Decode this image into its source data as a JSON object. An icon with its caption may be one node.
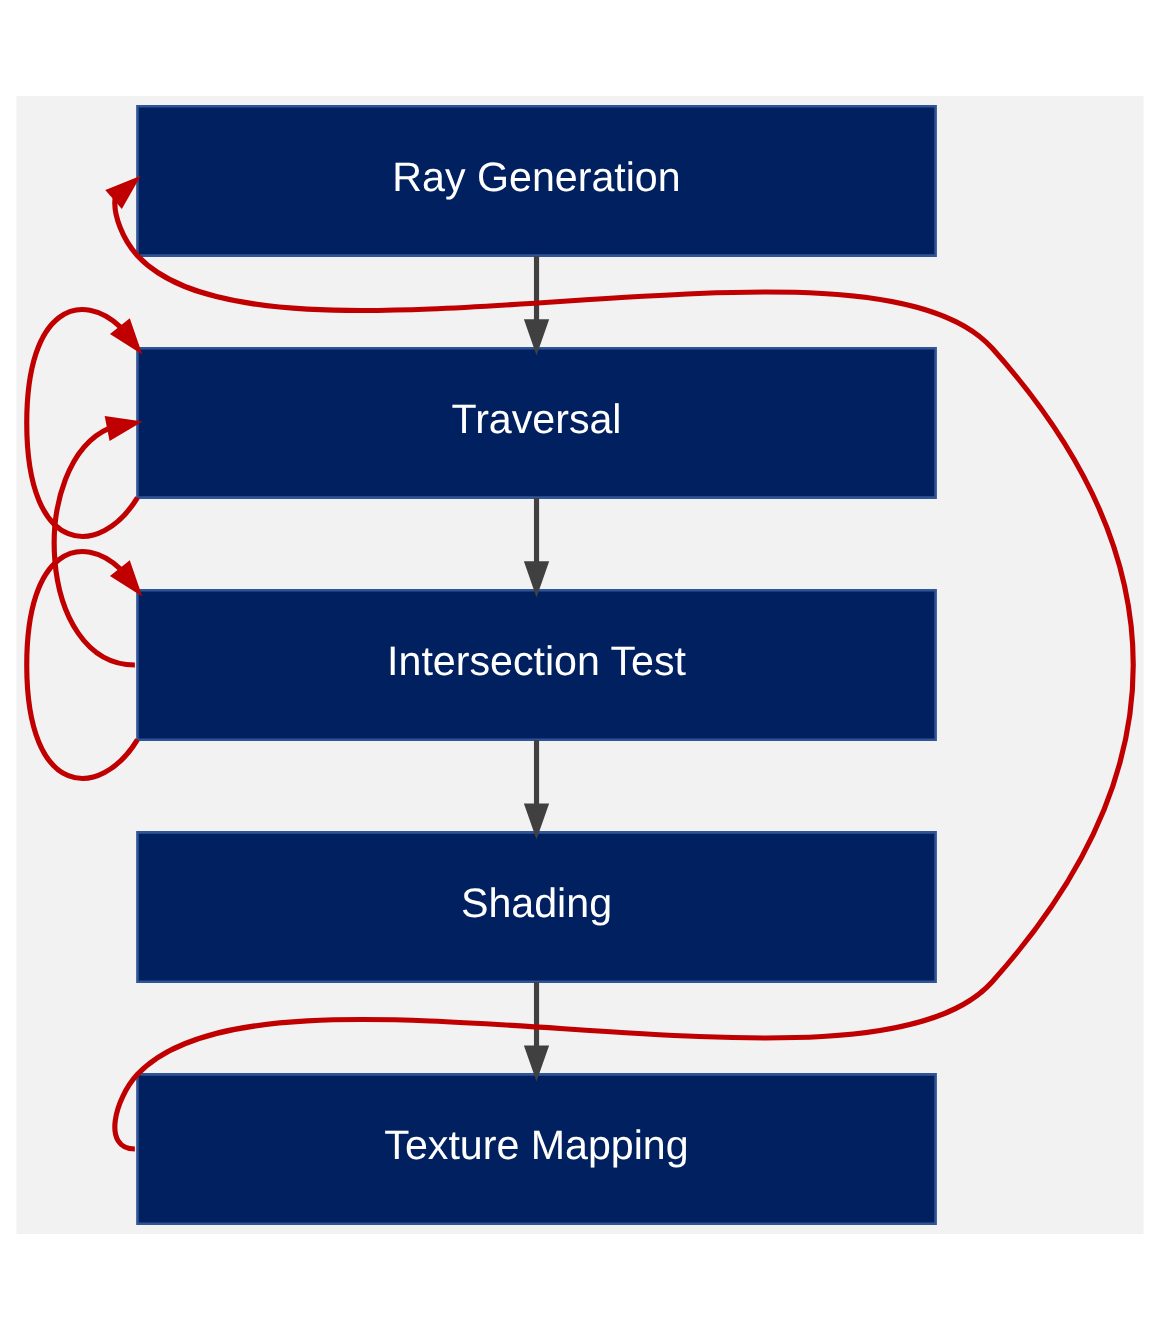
{
  "diagram": {
    "nodes": [
      {
        "text": [
          "Ray Generation"
        ]
      },
      {
        "text": [
          "Traversal"
        ]
      },
      {
        "text": [
          "Intersection Test"
        ]
      },
      {
        "text": [
          "Shading"
        ]
      },
      {
        "text": [
          "Texture Mapping"
        ]
      }
    ],
    "edges": [
      {
        "from": 0,
        "to": 1,
        "arrow": "to"
      },
      {
        "from": 1,
        "to": 2,
        "arrow": "to"
      },
      {
        "from": 2,
        "to": 3,
        "arrow": "to"
      },
      {
        "from": 3,
        "to": 4,
        "arrow": "to"
      },
      {
        "from": 4,
        "to": 0,
        "arrow": "to",
        "color": "#c00000"
      },
      {
        "from": 1,
        "to": 1,
        "arrow": "to",
        "color": "#c00000"
      },
      {
        "from": 2,
        "to": 1,
        "arrow": "to",
        "color": "#c00000"
      },
      {
        "from": 2,
        "to": 2,
        "arrow": "to",
        "color": "#c00000"
      }
    ]
  }
}
